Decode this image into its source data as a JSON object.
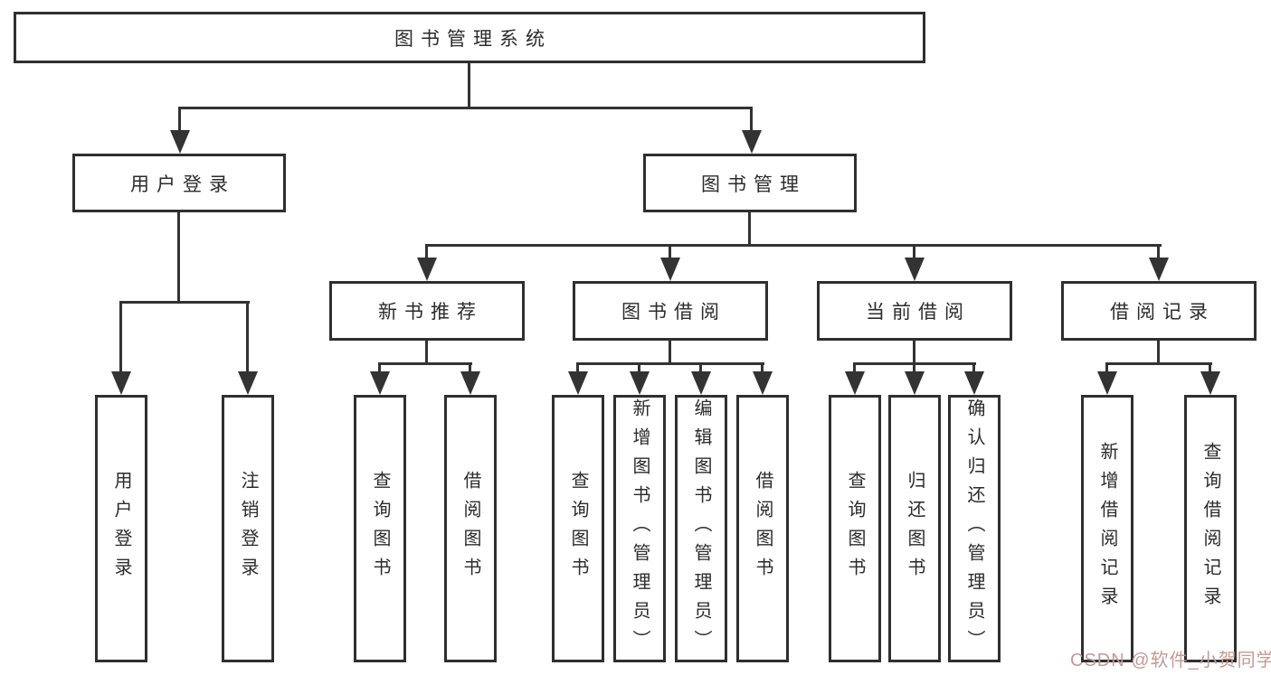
{
  "diagram": {
    "root": "图书管理系统",
    "branches": [
      {
        "label": "用户登录",
        "children": [
          "用户登录",
          "注销登录"
        ]
      },
      {
        "label": "图书管理",
        "children": [
          {
            "label": "新书推荐",
            "children": [
              "查询图书",
              "借阅图书"
            ]
          },
          {
            "label": "图书借阅",
            "children": [
              "查询图书",
              "新增图书（管理员）",
              "编辑图书（管理员）",
              "借阅图书"
            ]
          },
          {
            "label": "当前借阅",
            "children": [
              "查询图书",
              "归还图书",
              "确认归还（管理员）"
            ]
          },
          {
            "label": "借阅记录",
            "children": [
              "新增借阅记录",
              "查询借阅记录"
            ]
          }
        ]
      }
    ],
    "colors": {
      "line": "#333333",
      "box_border": "#2f2f2f",
      "text": "#2b2b2b",
      "watermark": "#c49a94",
      "background": "#ffffff"
    }
  },
  "watermark": "CSDN @软件_小贺同学"
}
